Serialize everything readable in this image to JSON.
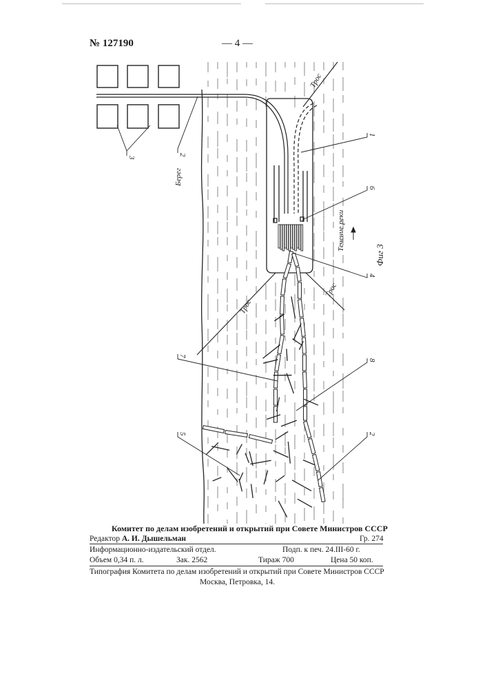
{
  "header": {
    "patent_number": "№ 127190",
    "page_number": "— 4 —"
  },
  "figure": {
    "caption": "Фиг 3",
    "shore_label": "Берег",
    "current_label": "Течение реки",
    "cable_labels": [
      "Трос",
      "Трос",
      "Трос"
    ],
    "callouts": [
      "1",
      "2",
      "3",
      "4",
      "5",
      "6",
      "7",
      "8",
      "2"
    ]
  },
  "imprint": {
    "committee": "Комитет по делам изобретений и открытий при Совете Министров СССР",
    "editor_label": "Редактор",
    "editor_name": "А. И. Дышельман",
    "group": "Гр. 274",
    "department": "Информационно-издательский отдел.",
    "signed": "Подп. к печ. 24.III-60 г.",
    "volume": "Объем 0,34 п. л.",
    "order": "Зак. 2562",
    "circulation": "Тираж 700",
    "price": "Цена 50 коп.",
    "printer": "Типография Комитета по делам изобретений и открытий при Совете Министров СССР",
    "address": "Москва, Петровка, 14."
  }
}
